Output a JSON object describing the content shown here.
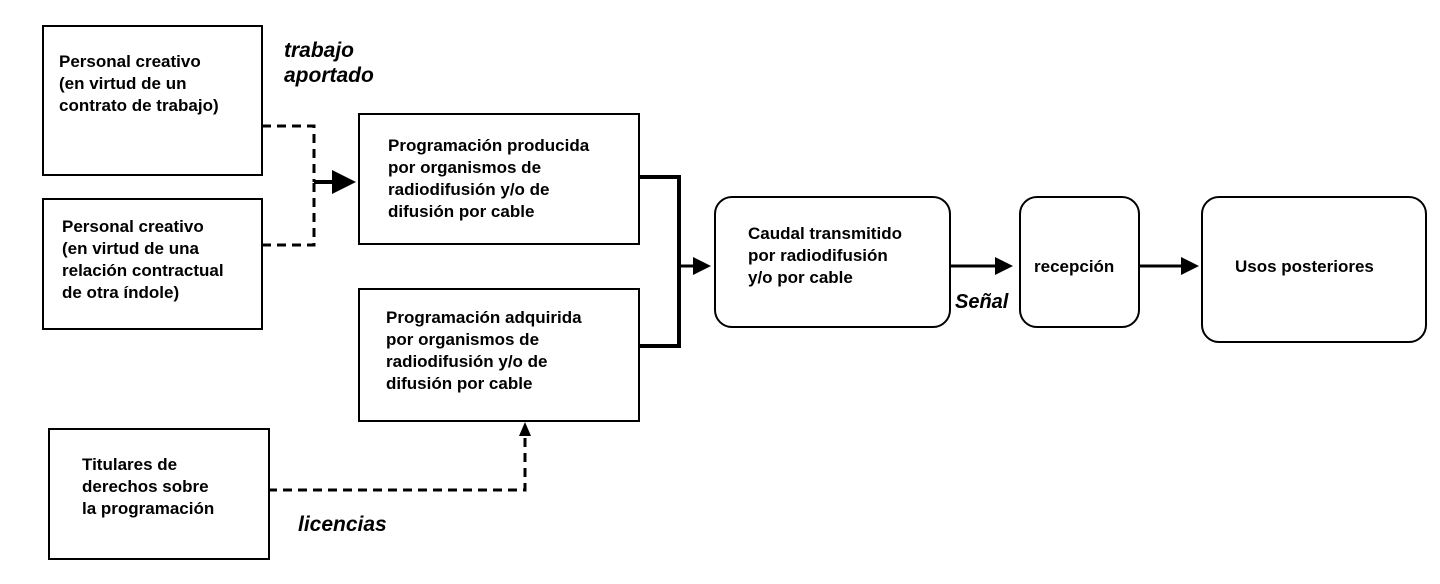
{
  "boxes": {
    "personal_contrato": "Personal creativo\n(en virtud de un\ncontrato de trabajo)",
    "personal_relacion": "Personal creativo\n(en virtud de una\nrelación contractual\nde otra índole)",
    "titulares": "Titulares de\nderechos sobre\nla programación",
    "programacion_producida": "Programación producida\npor organismos de\nradiodifusión y/o de\ndifusión por cable",
    "programacion_adquirida": "Programación adquirida\npor organismos de\nradiodifusión y/o de\ndifusión por cable",
    "caudal": "Caudal transmitido\npor radiodifusión\ny/o por cable",
    "recepcion": "recepción",
    "usos": "Usos posteriores"
  },
  "labels": {
    "trabajo_aportado": "trabajo\naportado",
    "licencias": "licencias",
    "senal": "Señal"
  },
  "colors": {
    "line": "#000000",
    "background": "#ffffff"
  }
}
